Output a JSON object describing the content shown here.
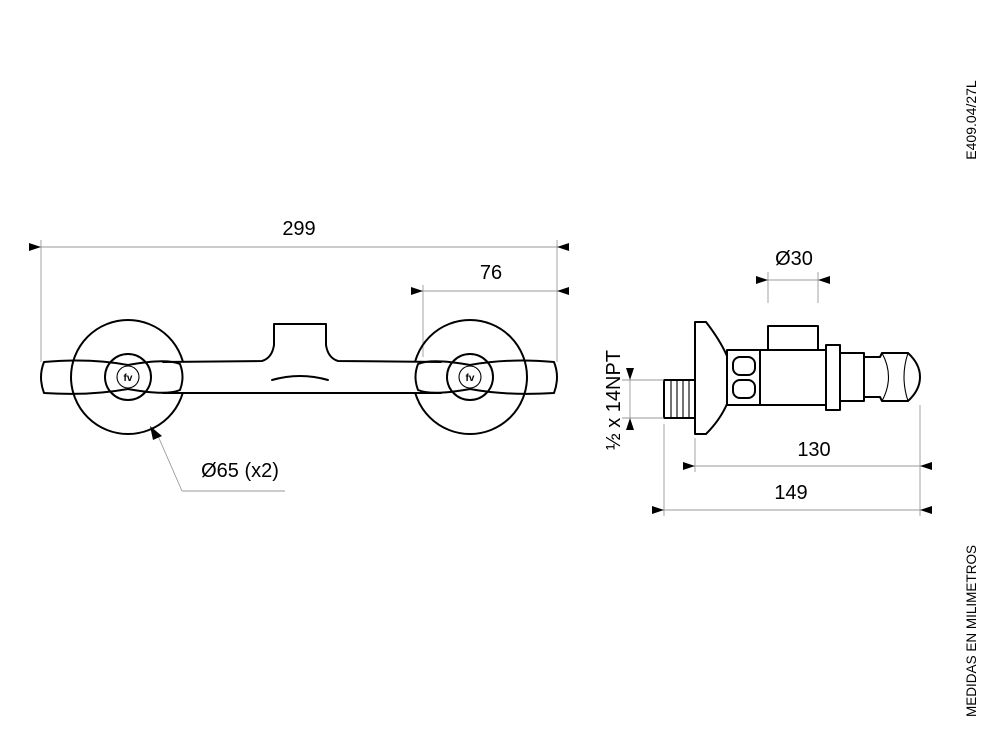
{
  "drawing": {
    "code": "E409.04/27L",
    "units_note": "MEDIDAS EN MILIMETROS",
    "logo_text": "fv"
  },
  "front_view": {
    "overall_width": "299",
    "center_distance": "76",
    "handle_diameter": "Ø65 (x2)"
  },
  "side_view": {
    "outlet_diameter": "Ø30",
    "thread": "½ x 14NPT",
    "depth_short": "130",
    "depth_total": "149"
  }
}
